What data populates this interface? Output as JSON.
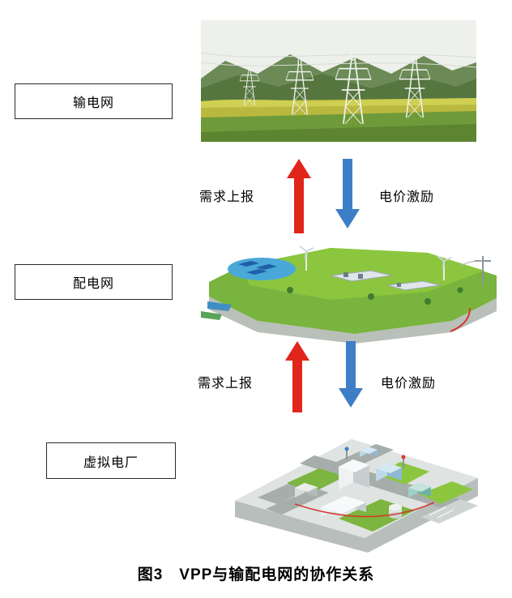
{
  "diagram": {
    "caption": "图3　VPP与输配电网的协作关系",
    "nodes": [
      {
        "id": "transmission-grid",
        "label": "输电网"
      },
      {
        "id": "distribution-grid",
        "label": "配电网"
      },
      {
        "id": "vpp",
        "label": "虚拟电厂"
      }
    ],
    "links": [
      {
        "up_label": "需求上报",
        "down_label": "电价激励"
      },
      {
        "up_label": "需求上报",
        "down_label": "电价激励"
      }
    ],
    "colors": {
      "up_arrow": "#e0251b",
      "down_arrow": "#3e7ec6",
      "box_border": "#2a2a2a"
    },
    "figures": [
      {
        "name": "transmission-grid-photo"
      },
      {
        "name": "distribution-grid-illustration"
      },
      {
        "name": "vpp-illustration"
      }
    ]
  }
}
